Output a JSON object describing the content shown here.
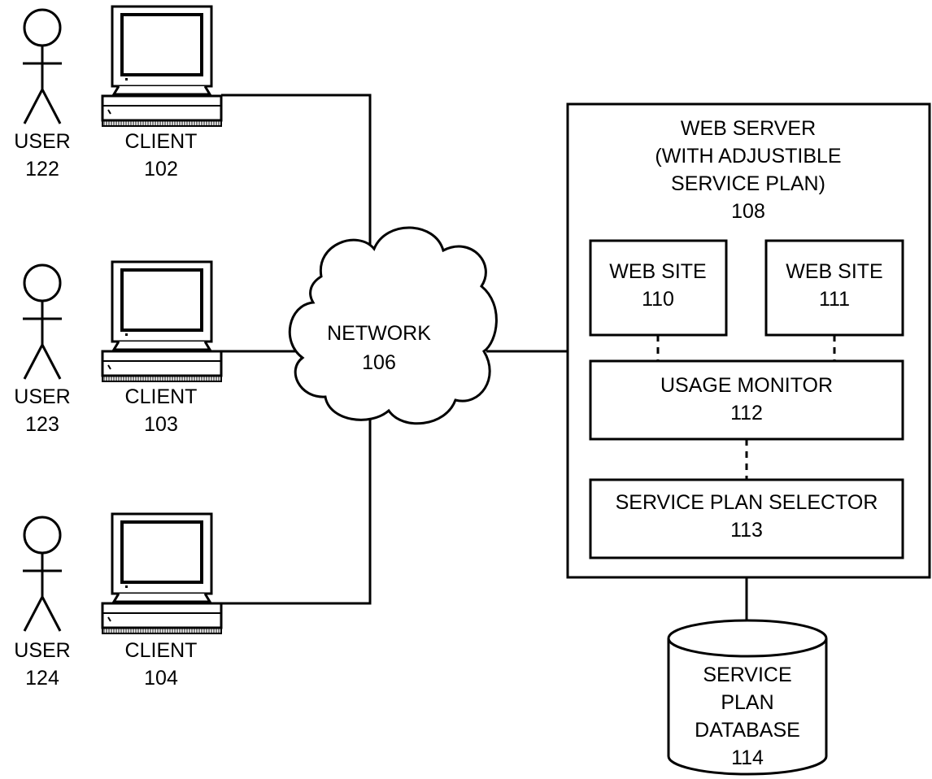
{
  "users": [
    {
      "label": "USER",
      "ref": "122"
    },
    {
      "label": "USER",
      "ref": "123"
    },
    {
      "label": "USER",
      "ref": "124"
    }
  ],
  "clients": [
    {
      "label": "CLIENT",
      "ref": "102"
    },
    {
      "label": "CLIENT",
      "ref": "103"
    },
    {
      "label": "CLIENT",
      "ref": "104"
    }
  ],
  "network": {
    "label": "NETWORK",
    "ref": "106"
  },
  "web_server": {
    "line1": "WEB SERVER",
    "line2": "(WITH ADJUSTIBLE",
    "line3": "SERVICE PLAN)",
    "ref": "108"
  },
  "web_sites": [
    {
      "label": "WEB SITE",
      "ref": "110"
    },
    {
      "label": "WEB SITE",
      "ref": "111"
    }
  ],
  "usage_monitor": {
    "label": "USAGE MONITOR",
    "ref": "112"
  },
  "service_plan_selector": {
    "label": "SERVICE PLAN SELECTOR",
    "ref": "113"
  },
  "database": {
    "line1": "SERVICE",
    "line2": "PLAN",
    "line3": "DATABASE",
    "ref": "114"
  }
}
